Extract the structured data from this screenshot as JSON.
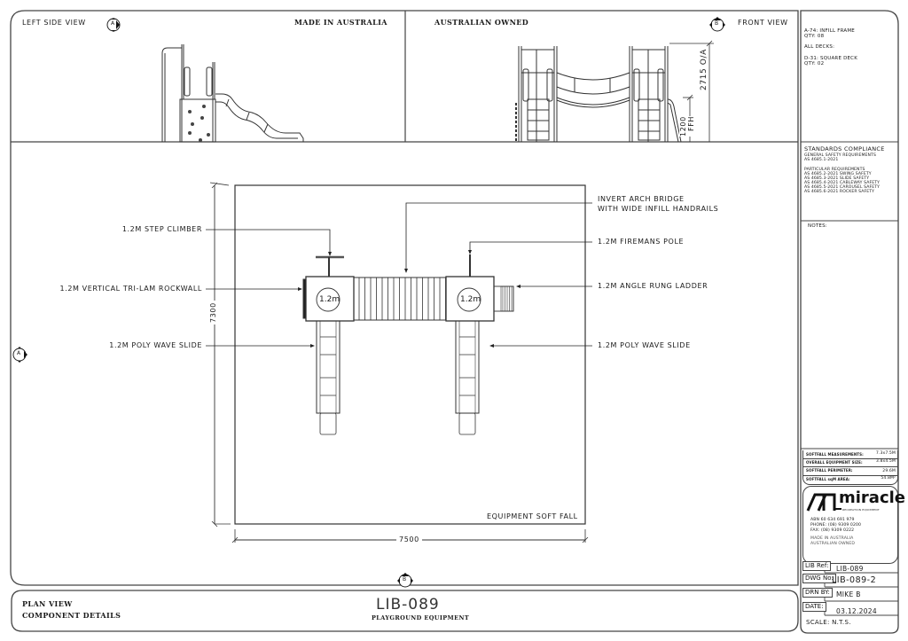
{
  "side_views": {
    "left_title": "LEFT SIDE VIEW",
    "left_marker": "A",
    "made_in": "MADE IN AUSTRALIA",
    "owned": "AUSTRALIAN OWNED",
    "front_marker": "B",
    "front_title": "FRONT VIEW",
    "dim_overall": "2715 O/A",
    "dim_ffh_value": "1200",
    "dim_ffh_label": "FFH"
  },
  "plan": {
    "callouts_left": [
      "1.2M STEP CLIMBER",
      "1.2M VERTICAL TRI-LAM ROCKWALL",
      "1.2M POLY WAVE SLIDE"
    ],
    "callouts_right": [
      "INVERT ARCH BRIDGE",
      "WITH WIDE INFILL HANDRAILS",
      "1.2M FIREMANS POLE",
      "1.2M ANGLE RUNG LADDER",
      "1.2M POLY WAVE SLIDE"
    ],
    "deck_height_left": "1.2m",
    "deck_height_right": "1.2m",
    "dim_vertical": "7300",
    "dim_horizontal": "7500",
    "softfall_label": "EQUIPMENT SOFT FALL",
    "marker_left": "A",
    "marker_bottom": "B"
  },
  "title_block": {
    "view_line1": "PLAN VIEW",
    "view_line2": "COMPONENT DETAILS",
    "drawing_code": "LIB-089",
    "drawing_subtitle": "PLAYGROUND EQUIPMENT"
  },
  "sidebar": {
    "components": [
      "A-74: INFILL FRAME",
      "QTY: 08",
      "ALL DECKS:",
      "D-31: SQUARE DECK",
      "QTY: 02"
    ],
    "standards_title": "STANDARDS COMPLIANCE",
    "general_heading": "GENERAL SAFETY REQUIREMENTS",
    "general_std": "AS 4685.1-2021",
    "particular_heading": "PARTICULAR REQUIREMENTS",
    "particular_stds": [
      "AS 4685.2-2021 SWING SAFETY",
      "AS 4685.3-2021 SLIDE SAFETY",
      "AS 4685.4-2021 CABLEWAY SAFETY",
      "AS 4685.5-2021 CAROUSEL SAFETY",
      "AS 4685.6-2021 ROCKER SAFETY"
    ],
    "notes_label": "NOTES:",
    "measurements": [
      {
        "label": "SOFTFALL MEASUREMENTS:",
        "value": "7.3x7.5M"
      },
      {
        "label": "OVERALL EQUIPMENT SIZE:",
        "value": "3.8x4.5M"
      },
      {
        "label": "SOFTFALL PERIMETER:",
        "value": "29.6M"
      },
      {
        "label": "SOFTFALL sqM AREA:",
        "value": "54.8M²"
      }
    ],
    "company": {
      "name": "miracle",
      "tagline": "RECREATION EQUIPMENT",
      "abn": "ABN 60 634 691 979",
      "phone": "PHONE: (08) 9309 0200",
      "fax": "FAX:   (08) 9309 0222",
      "made_in": "MADE IN AUSTRALIA",
      "owned": "AUSTRALIAN OWNED"
    },
    "fields": [
      {
        "label": "LIB Ref:",
        "value": "LIB-089"
      },
      {
        "label": "DWG No:",
        "value": "LIB-089-2"
      },
      {
        "label": "DRN BY:",
        "value": "MIKE B"
      },
      {
        "label": "DATE:",
        "value": "03.12.2024"
      }
    ],
    "scale": "SCALE: N.T.S."
  }
}
